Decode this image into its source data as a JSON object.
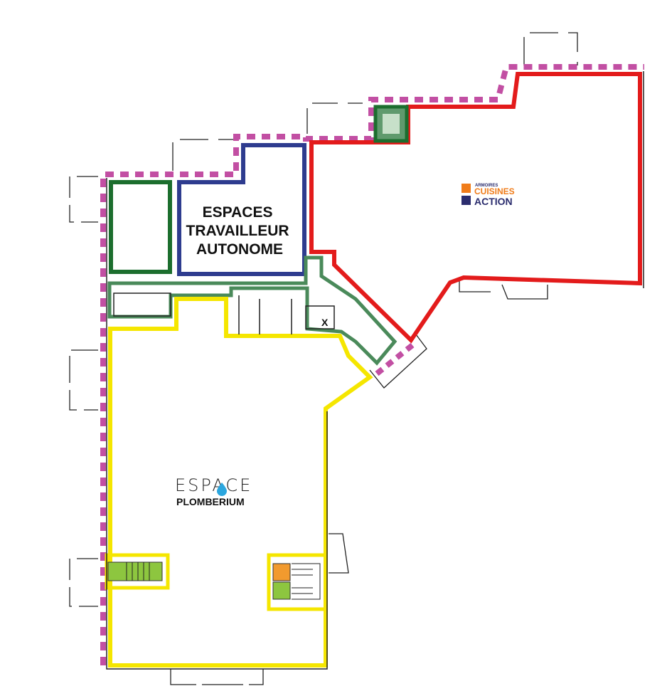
{
  "zones": {
    "travailleur": {
      "line1": "ESPACES",
      "line2": "TRAVAILLEUR",
      "line3": "AUTONOME",
      "color": "#2e3c8f"
    },
    "plomberium": {
      "logo_word": "ESPACE",
      "name": "PLOMBERIUM",
      "color": "#f5e600",
      "drop_color": "#2ba6de"
    },
    "cuisines": {
      "small": "ARMOIRES",
      "line1": "CUISINES",
      "line2": "ACTION",
      "color": "#e31b1b",
      "orange": "#f07c1a",
      "navy": "#2b2d6e"
    },
    "dotted_boundary_color": "#c24fa3",
    "circulation_color": "#4a8a5a",
    "dark_green_color": "#1c6e2e",
    "stair_green_color": "#8dc63f",
    "stair_orange_color": "#f29a2e"
  }
}
